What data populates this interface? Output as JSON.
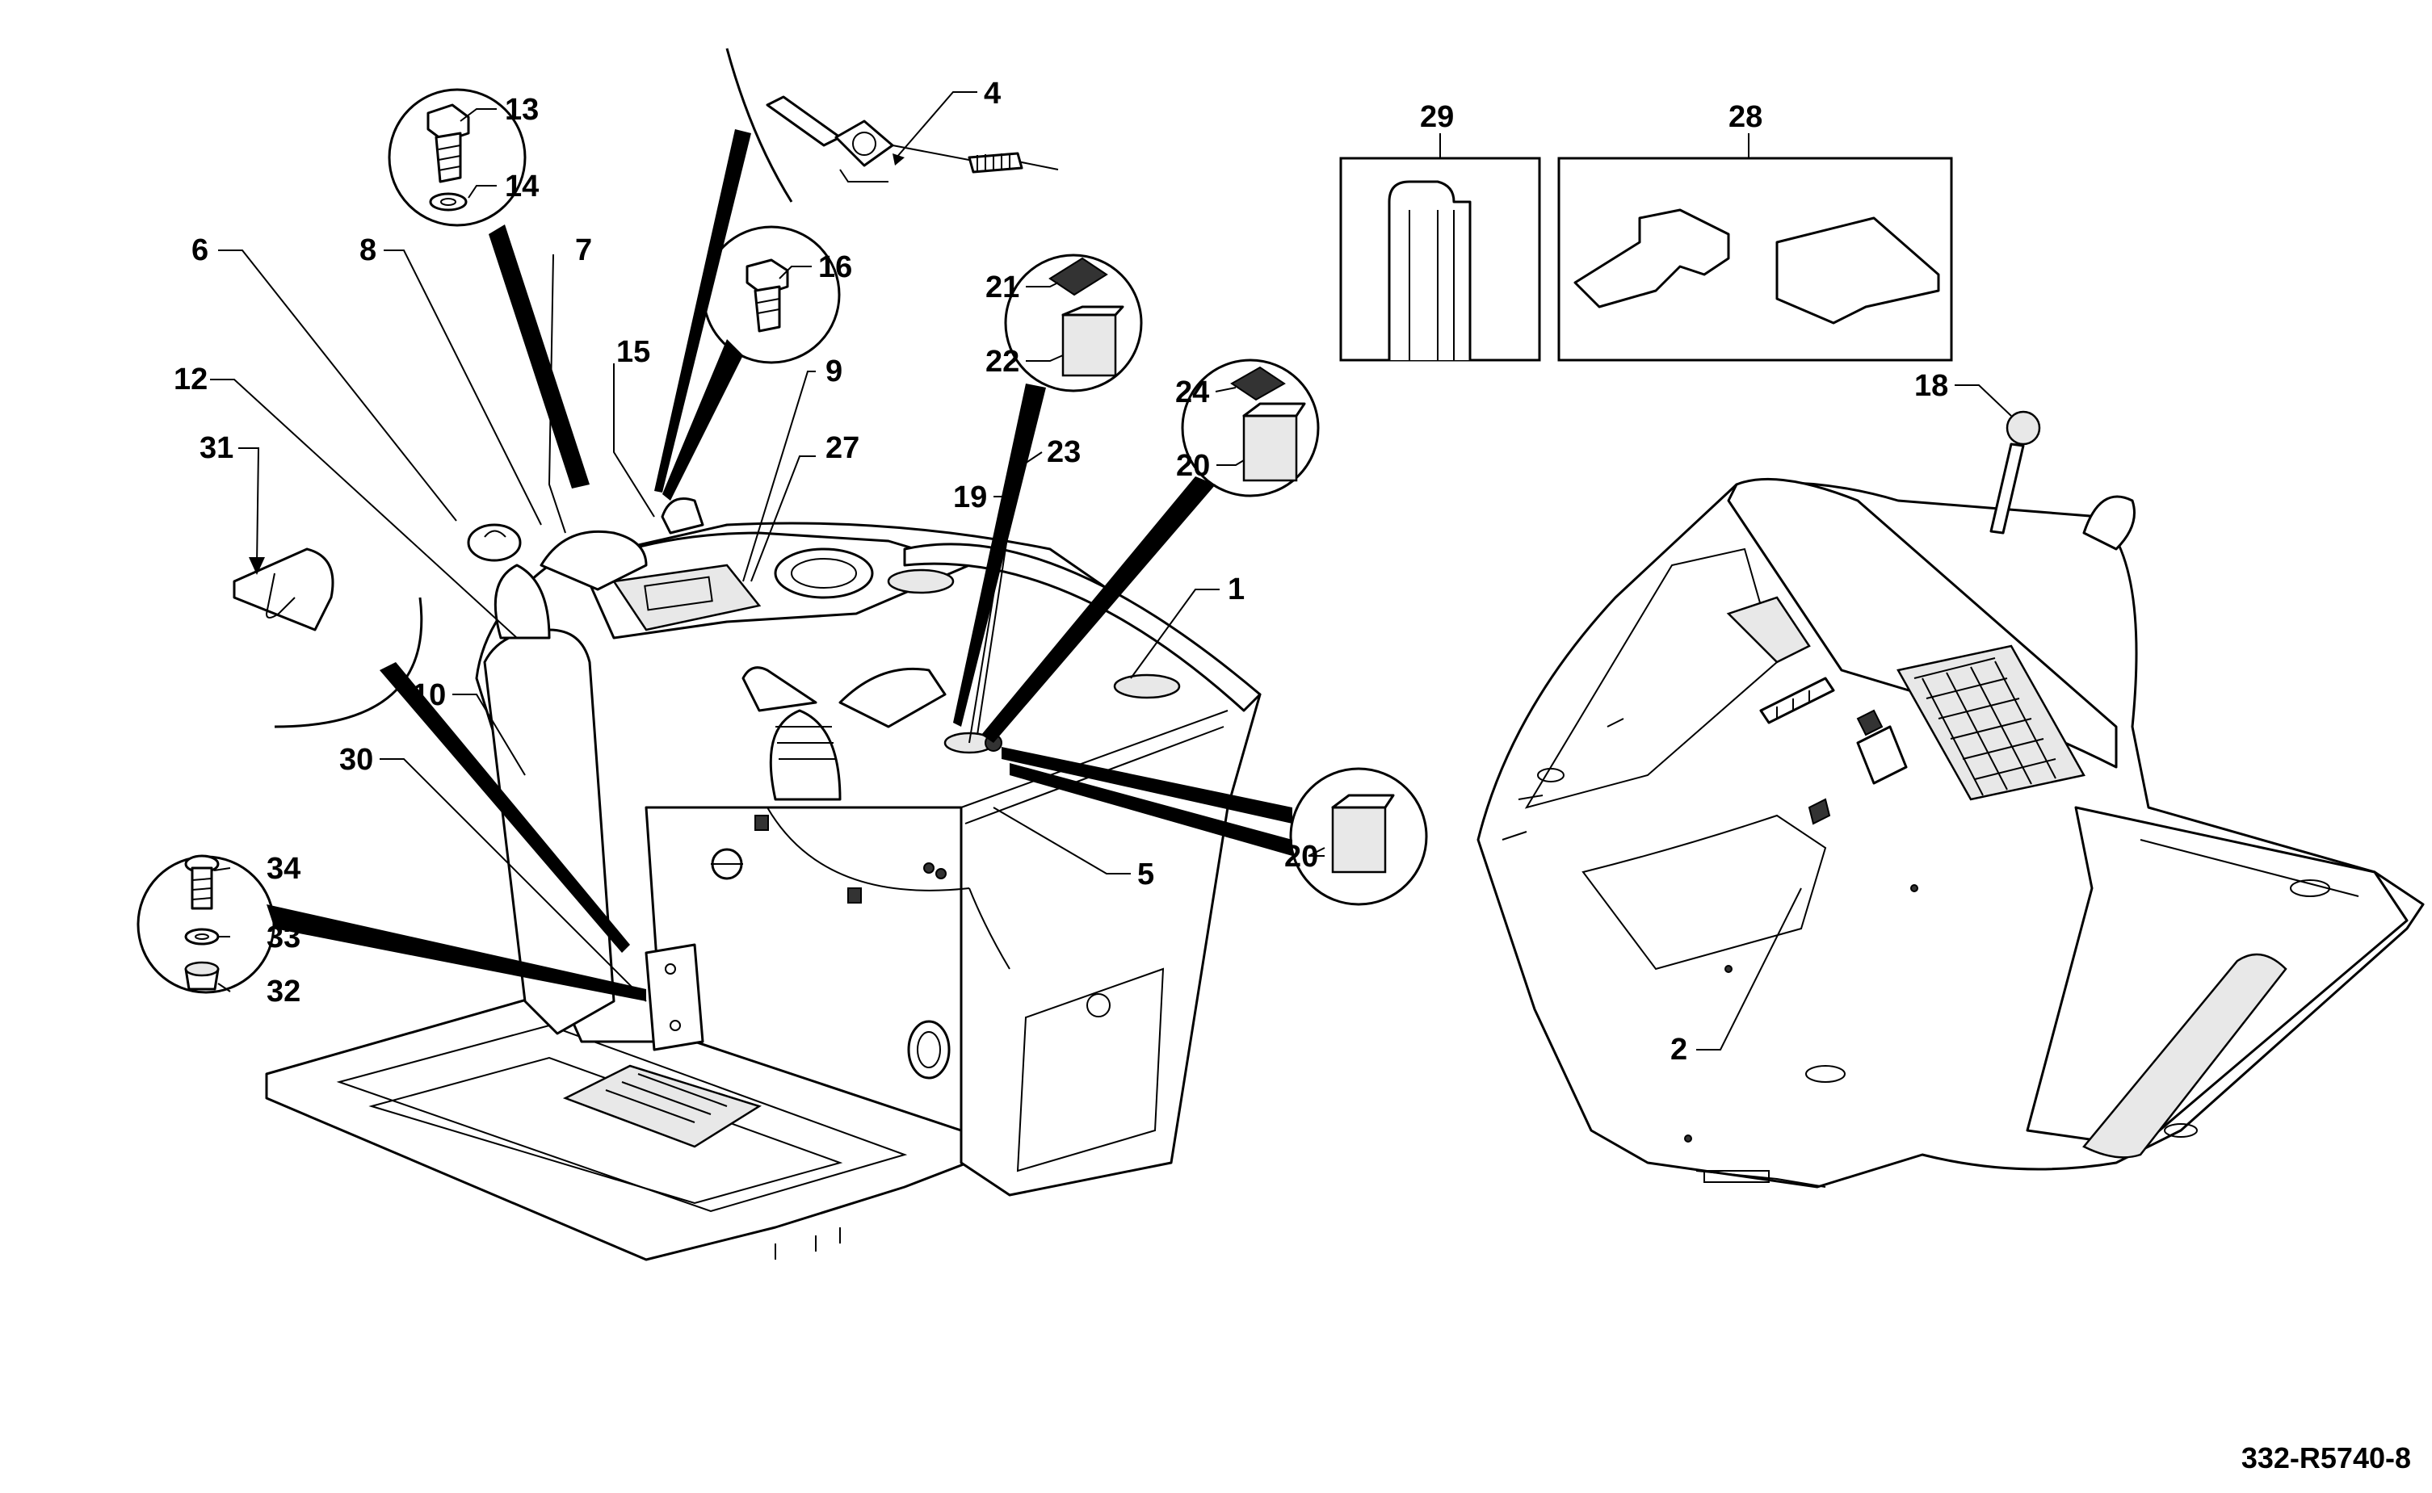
{
  "figure": {
    "reference_code": "332-R5740-8"
  },
  "callouts": [
    {
      "id": "c1",
      "label": "1"
    },
    {
      "id": "c2",
      "label": "2"
    },
    {
      "id": "c4",
      "label": "4"
    },
    {
      "id": "c5",
      "label": "5"
    },
    {
      "id": "c6",
      "label": "6"
    },
    {
      "id": "c7",
      "label": "7"
    },
    {
      "id": "c8",
      "label": "8"
    },
    {
      "id": "c9",
      "label": "9"
    },
    {
      "id": "c10",
      "label": "10"
    },
    {
      "id": "c12",
      "label": "12"
    },
    {
      "id": "c13",
      "label": "13"
    },
    {
      "id": "c14",
      "label": "14"
    },
    {
      "id": "c15",
      "label": "15"
    },
    {
      "id": "c16",
      "label": "16"
    },
    {
      "id": "c18",
      "label": "18"
    },
    {
      "id": "c19",
      "label": "19"
    },
    {
      "id": "c20a",
      "label": "20"
    },
    {
      "id": "c20b",
      "label": "20"
    },
    {
      "id": "c21",
      "label": "21"
    },
    {
      "id": "c22",
      "label": "22"
    },
    {
      "id": "c23",
      "label": "23"
    },
    {
      "id": "c24",
      "label": "24"
    },
    {
      "id": "c27",
      "label": "27"
    },
    {
      "id": "c28",
      "label": "28"
    },
    {
      "id": "c29",
      "label": "29"
    },
    {
      "id": "c30",
      "label": "30"
    },
    {
      "id": "c31",
      "label": "31"
    },
    {
      "id": "c32",
      "label": "32"
    },
    {
      "id": "c33",
      "label": "33"
    },
    {
      "id": "c34",
      "label": "34"
    }
  ]
}
